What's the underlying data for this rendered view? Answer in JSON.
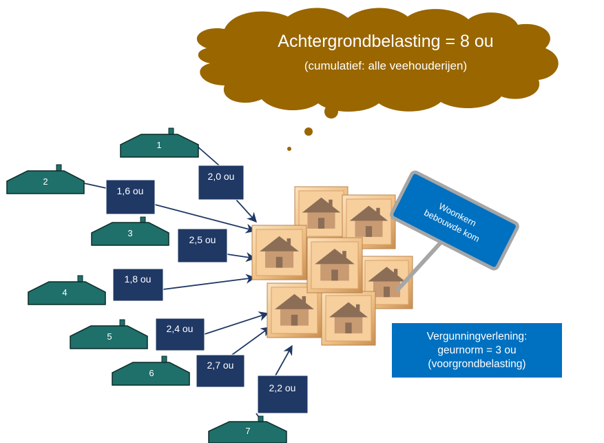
{
  "cloud": {
    "title": "Achtergrondbelasting = 8 ou",
    "subtitle": "(cumulatief: alle veehouderijen)"
  },
  "farms": [
    {
      "number": "1",
      "label": "2,0 ou"
    },
    {
      "number": "2",
      "label": "1,6 ou"
    },
    {
      "number": "3",
      "label": "2,5 ou"
    },
    {
      "number": "4",
      "label": "1,8 ou"
    },
    {
      "number": "5",
      "label": "2,4 ou"
    },
    {
      "number": "6",
      "label": "2,7 ou"
    },
    {
      "number": "7",
      "label": "2,2 ou"
    }
  ],
  "sign": {
    "line1": "Woonkern",
    "line2": "bebouwde kom"
  },
  "vergunning": {
    "line1": "Vergunningverlening:",
    "line2": "geurnorm = 3 ou",
    "line3": "(voorgrondbelasting)"
  },
  "colors": {
    "cloud": "#996600",
    "farm_roof": "#1f6f6a",
    "farm_outline": "#0b2a28",
    "label_box": "#1f3864",
    "arrow": "#1f3864",
    "house_tile": "#f2c48c",
    "house_roof": "#8c6d55",
    "sign": "#0070c0",
    "vergunning_box": "#0070c0"
  }
}
